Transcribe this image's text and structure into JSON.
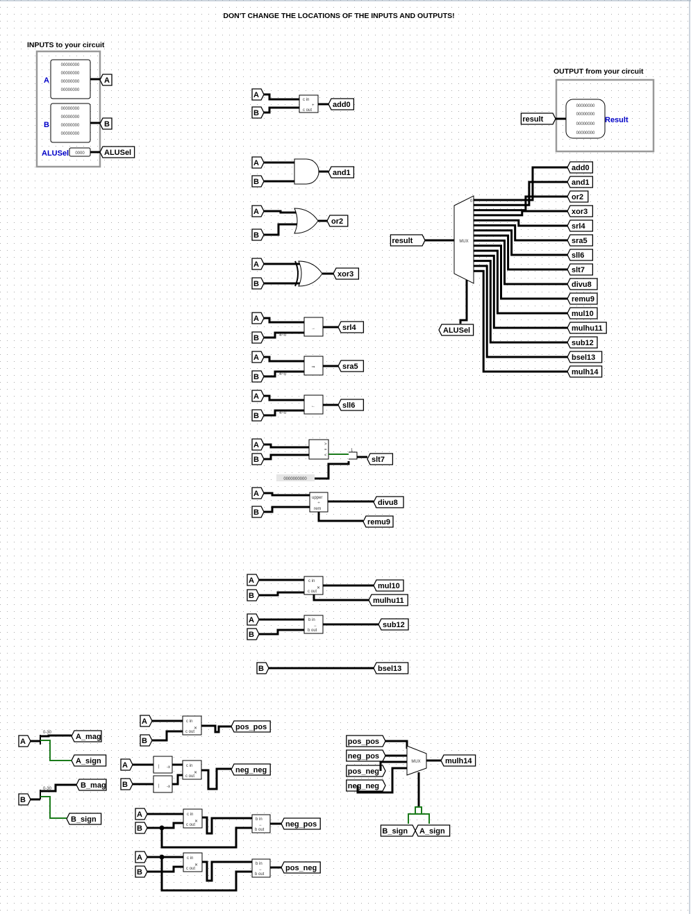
{
  "header": {
    "warning": "DON'T CHANGE THE LOCATIONS OF THE INPUTS AND OUTPUTS!"
  },
  "inputs_panel": {
    "title": "INPUTS to your circuit",
    "pin_a_label": "A",
    "pin_b_label": "B",
    "pin_alusel_label": "ALUSel",
    "tunnel_a": "A",
    "tunnel_b": "B",
    "tunnel_alusel": "ALUSel"
  },
  "output_panel": {
    "title": "OUTPUT from your circuit",
    "tunnel_result": "result",
    "pin_result_label": "Result"
  },
  "ops": {
    "add0": "add0",
    "and1": "and1",
    "or2": "or2",
    "xor3": "xor3",
    "srl4": "srl4",
    "sra5": "sra5",
    "sll6": "sll6",
    "slt7": "slt7",
    "divu8": "divu8",
    "remu9": "remu9",
    "mul10": "mul10",
    "mulhu11": "mulhu11",
    "sub12": "sub12",
    "bsel13": "bsel13",
    "mulh14": "mulh14"
  },
  "operands": {
    "a": "A",
    "b": "B"
  },
  "mux_main": {
    "label": "MUX",
    "result_tunnel": "result",
    "select_tunnel": "ALUSel",
    "inputs": [
      "add0",
      "and1",
      "or2",
      "xor3",
      "srl4",
      "sra5",
      "sll6",
      "slt7",
      "divu8",
      "remu9",
      "mul10",
      "mulhu11",
      "sub12",
      "bsel13",
      "mulh14"
    ]
  },
  "mulh_section": {
    "a_mag": "A_mag",
    "a_sign": "A_sign",
    "b_mag": "B_mag",
    "b_sign": "B_sign",
    "pos_pos": "pos_pos",
    "neg_neg": "neg_neg",
    "neg_pos": "neg_pos",
    "pos_neg": "pos_neg",
    "mux_label": "MUX",
    "mux_out": "mulh14",
    "sel_b_sign": "B_sign",
    "sel_a_sign": "A_sign"
  },
  "colors": {
    "pin_label_blue": "#0000c8",
    "green_wire": "#1a7a1a"
  }
}
